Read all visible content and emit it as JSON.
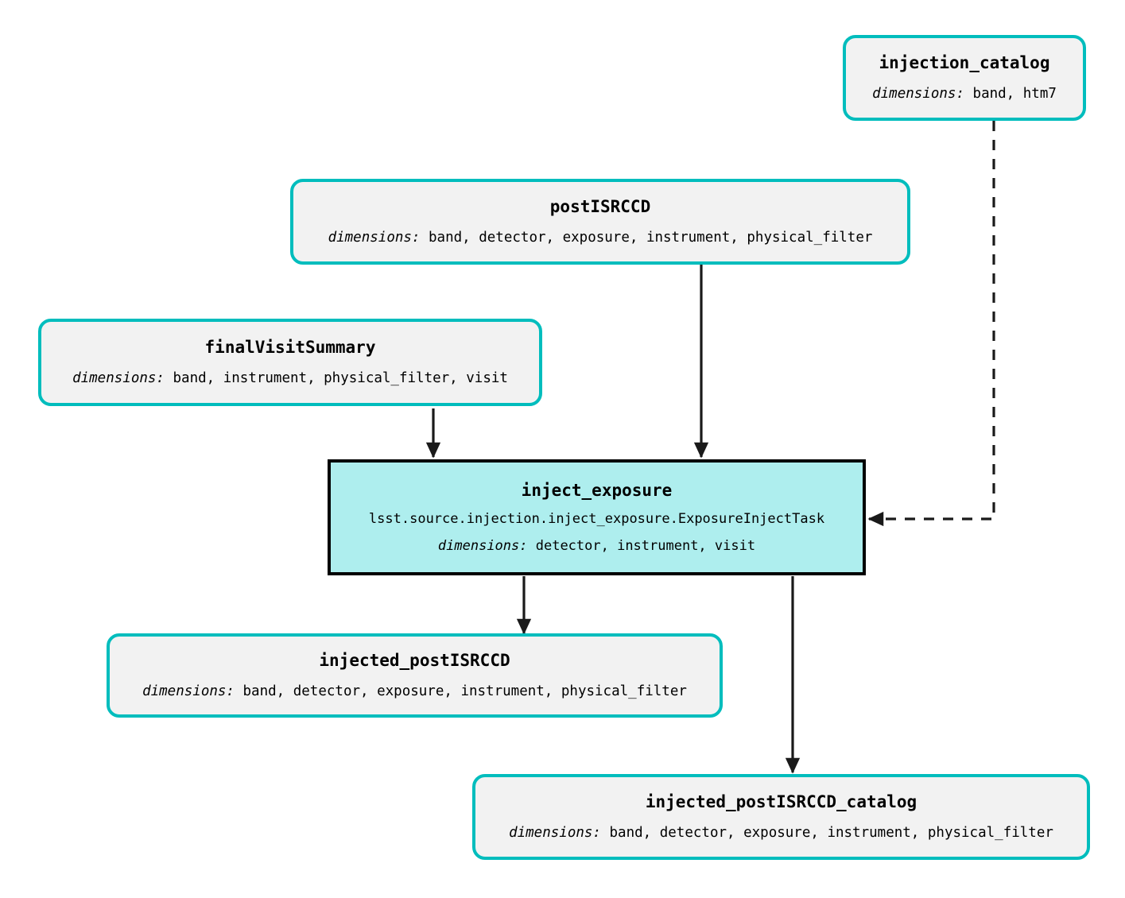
{
  "diagram": {
    "type": "pipeline-dag",
    "background_color": "#ffffff",
    "dataset_fill": "#f2f2f2",
    "dataset_border": "#00bdbd",
    "task_fill": "#aeeeee",
    "task_border": "#000000",
    "dims_label": "dimensions:",
    "nodes": [
      {
        "id": "injection_catalog",
        "kind": "dataset",
        "title": "injection_catalog",
        "dimensions": "band, htm7"
      },
      {
        "id": "postISRCCD",
        "kind": "dataset",
        "title": "postISRCCD",
        "dimensions": "band, detector, exposure, instrument, physical_filter"
      },
      {
        "id": "finalVisitSummary",
        "kind": "dataset",
        "title": "finalVisitSummary",
        "dimensions": "band, instrument, physical_filter, visit"
      },
      {
        "id": "inject_exposure",
        "kind": "task",
        "title": "inject_exposure",
        "class_path": "lsst.source.injection.inject_exposure.ExposureInjectTask",
        "dimensions": "detector, instrument, visit"
      },
      {
        "id": "injected_postISRCCD",
        "kind": "dataset",
        "title": "injected_postISRCCD",
        "dimensions": "band, detector, exposure, instrument, physical_filter"
      },
      {
        "id": "injected_postISRCCD_catalog",
        "kind": "dataset",
        "title": "injected_postISRCCD_catalog",
        "dimensions": "band, detector, exposure, instrument, physical_filter"
      }
    ],
    "edges": [
      {
        "from": "postISRCCD",
        "to": "inject_exposure",
        "style": "solid"
      },
      {
        "from": "finalVisitSummary",
        "to": "inject_exposure",
        "style": "solid"
      },
      {
        "from": "injection_catalog",
        "to": "inject_exposure",
        "style": "dashed"
      },
      {
        "from": "inject_exposure",
        "to": "injected_postISRCCD",
        "style": "solid"
      },
      {
        "from": "inject_exposure",
        "to": "injected_postISRCCD_catalog",
        "style": "solid"
      }
    ]
  }
}
